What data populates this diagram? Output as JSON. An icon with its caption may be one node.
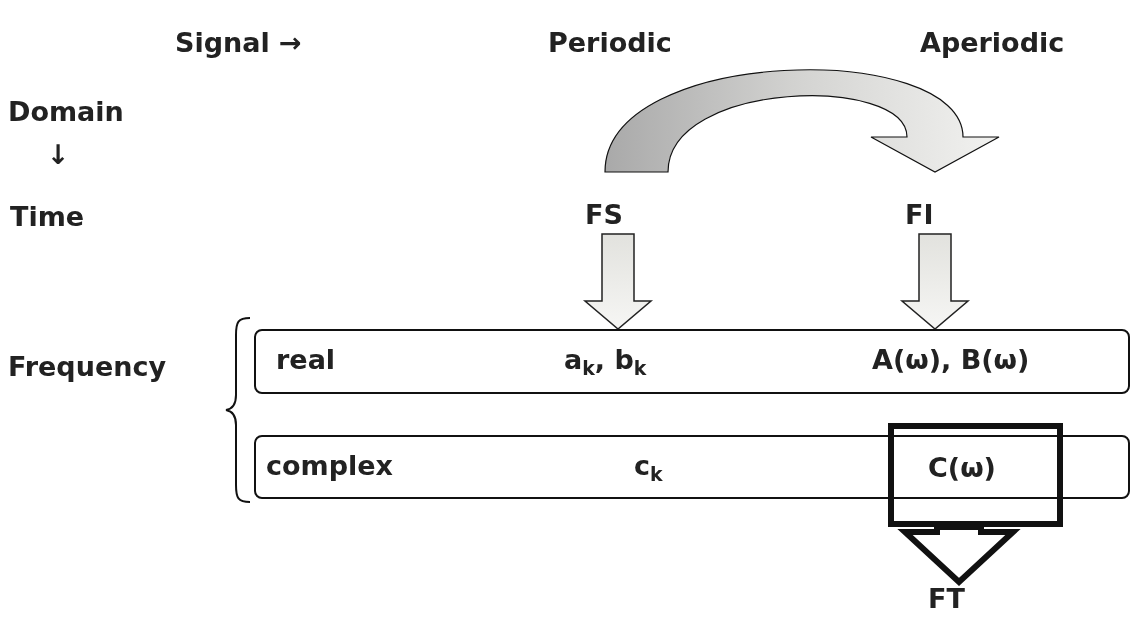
{
  "diagram": {
    "nodes": [
      {
        "text": [
          "FS"
        ]
      },
      {
        "text": [
          "FI"
        ]
      },
      {
        "text": [
          "real",
          "a$_{k}$, b$_{k}$",
          "A(ω), B(ω)"
        ]
      },
      {
        "text": [
          "complex",
          "c$_{k}$"
        ]
      },
      {
        "text": [
          "C(ω)"
        ]
      },
      {
        "text": [
          "FT"
        ]
      }
    ],
    "edges": [
      {
        "from": 0,
        "to": 1,
        "arrow": "to"
      },
      {
        "from": 0,
        "to": 2,
        "arrow": "to"
      },
      {
        "from": 1,
        "to": 2,
        "arrow": "to"
      },
      {
        "from": 4,
        "to": 5,
        "arrow": "to"
      }
    ],
    "labels": [
      "Signal →",
      "Periodic",
      "Aperiodic",
      "Domain ↓",
      "Time",
      "Frequency"
    ]
  }
}
